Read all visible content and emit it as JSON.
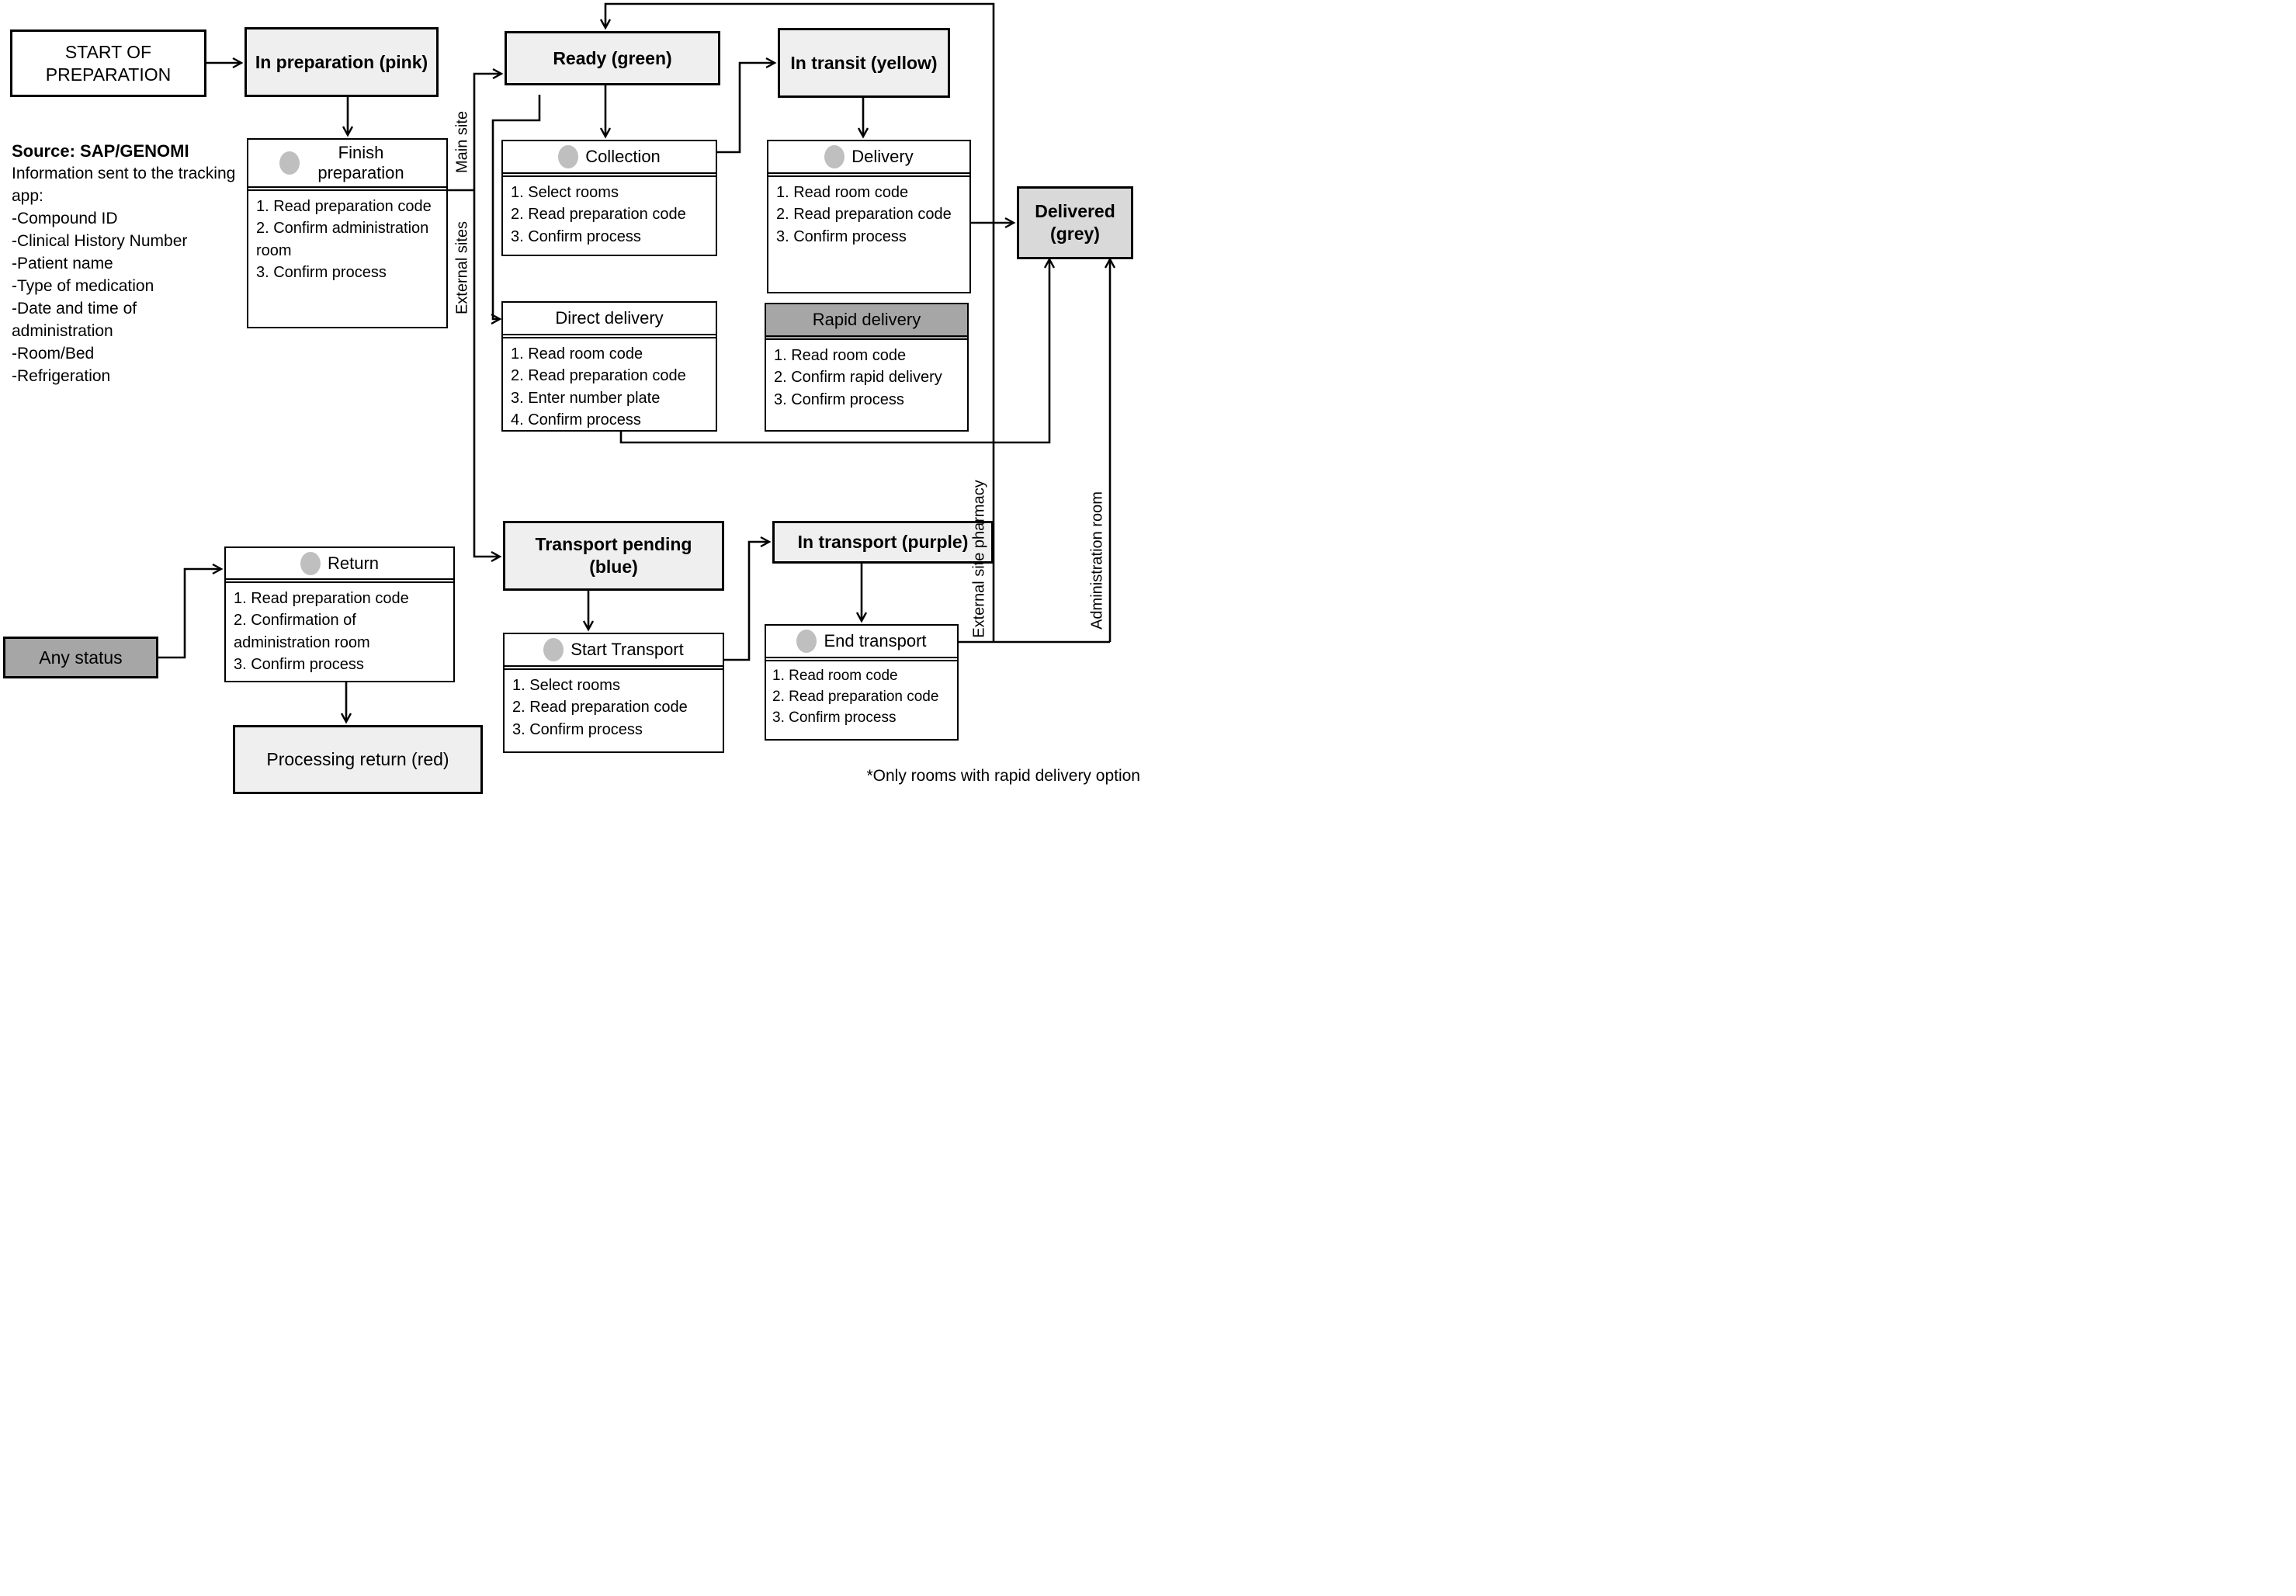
{
  "source_note": {
    "heading": "Source: SAP/GENOMI",
    "lines": [
      "Information sent to the tracking app:",
      "-Compound ID",
      "-Clinical History Number",
      "-Patient name",
      "-Type of medication",
      "-Date and time of administration",
      "-Room/Bed",
      "-Refrigeration"
    ]
  },
  "status_boxes": {
    "start": "START OF PREPARATION",
    "in_preparation": "In preparation (pink)",
    "ready": "Ready (green)",
    "in_transit": "In transit (yellow)",
    "delivered": "Delivered (grey)",
    "any_status": "Any status",
    "transport_pending": "Transport pending (blue)",
    "in_transport": "In transport (purple)",
    "processing_return": "Processing return (red)"
  },
  "action_boxes": {
    "finish_preparation": {
      "title": "Finish preparation",
      "items": [
        "1. Read preparation code",
        "2. Confirm administration room",
        "3. Confirm process"
      ]
    },
    "collection": {
      "title": "Collection",
      "items": [
        "1. Select rooms",
        "2. Read preparation code",
        "3. Confirm process"
      ]
    },
    "delivery": {
      "title": "Delivery",
      "items": [
        "1. Read room code",
        "2. Read preparation code",
        "3. Confirm process"
      ]
    },
    "direct_delivery": {
      "title": "Direct delivery",
      "items": [
        "1. Read room code",
        "2. Read preparation code",
        "3. Enter number plate",
        "4. Confirm process"
      ]
    },
    "rapid_delivery": {
      "title": "Rapid delivery",
      "items": [
        "1. Read room code",
        "2. Confirm rapid delivery",
        "3. Confirm process"
      ]
    },
    "return": {
      "title": "Return",
      "items": [
        "1. Read preparation code",
        "2. Confirmation of administration room",
        "3. Confirm process"
      ]
    },
    "start_transport": {
      "title": "Start Transport",
      "items": [
        "1. Select rooms",
        "2. Read preparation code",
        "3. Confirm process"
      ]
    },
    "end_transport": {
      "title": "End transport",
      "items": [
        "1. Read room code",
        "2. Read preparation code",
        "3. Confirm process"
      ]
    }
  },
  "lane_labels": {
    "main_site": "Main site",
    "external_sites": "External sites",
    "external_site_pharmacy": "External site pharmacy",
    "administration_room": "Administration room"
  },
  "footnote": "*Only rooms with rapid delivery option",
  "colors": {
    "fill_light": "#efefef",
    "fill_medium": "#d9d9d9",
    "fill_dark": "#a6a6a6",
    "circle": "#bfbfbf",
    "line": "#000000"
  }
}
